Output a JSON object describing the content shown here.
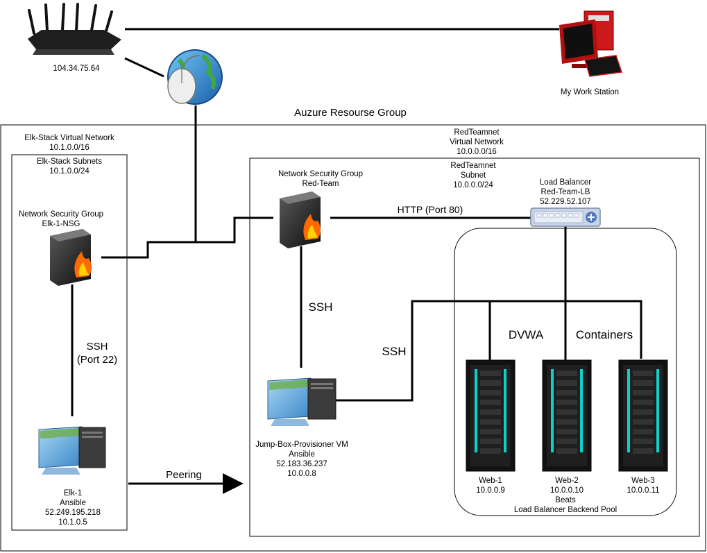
{
  "resource_group": {
    "title": "Auzure Resourse Group"
  },
  "router": {
    "label": "104.34.75.64",
    "icon": "router-icon"
  },
  "internet": {
    "icon": "globe-mouse-icon"
  },
  "workstation": {
    "label": "My Work Station",
    "icon": "workstation-icon"
  },
  "elk_network": {
    "title": "Elk-Stack Virtual Network\n10.1.0.0/16",
    "subnet": "Elk-Stack Subnets\n10.1.0.0/24",
    "nsg": "Network Security Group\nElk-1-NSG",
    "ssh": "SSH\n(Port 22)",
    "vm": "Elk-1\nAnsible\n52.249.195.218\n10.1.0.5"
  },
  "peering": {
    "label": "Peering"
  },
  "red_network": {
    "title": "RedTeamnet\nVirtual Network\n10.0.0.0/16",
    "subnet": "RedTeamnet\nSubnet\n10.0.0.0/24",
    "nsg": "Network Security Group\nRed-Team",
    "http": "HTTP (Port 80)",
    "lb": "Load Balancer\nRed-Team-LB\n52.229.52.107",
    "ssh_vertical": "SSH",
    "ssh_horizontal": "SSH",
    "jumpbox": "Jump-Box-Provisioner VM\nAnsible\n52.183.36.237\n10.0.0.8"
  },
  "backend_pool": {
    "dvwa": "DVWA",
    "containers": "Containers",
    "footer": "Beats\nLoad Balancer Backend Pool",
    "servers": [
      {
        "name": "Web-1",
        "ip": "10.0.0.9"
      },
      {
        "name": "Web-2",
        "ip": "10.0.0.10"
      },
      {
        "name": "Web-3",
        "ip": "10.0.0.11"
      }
    ]
  }
}
